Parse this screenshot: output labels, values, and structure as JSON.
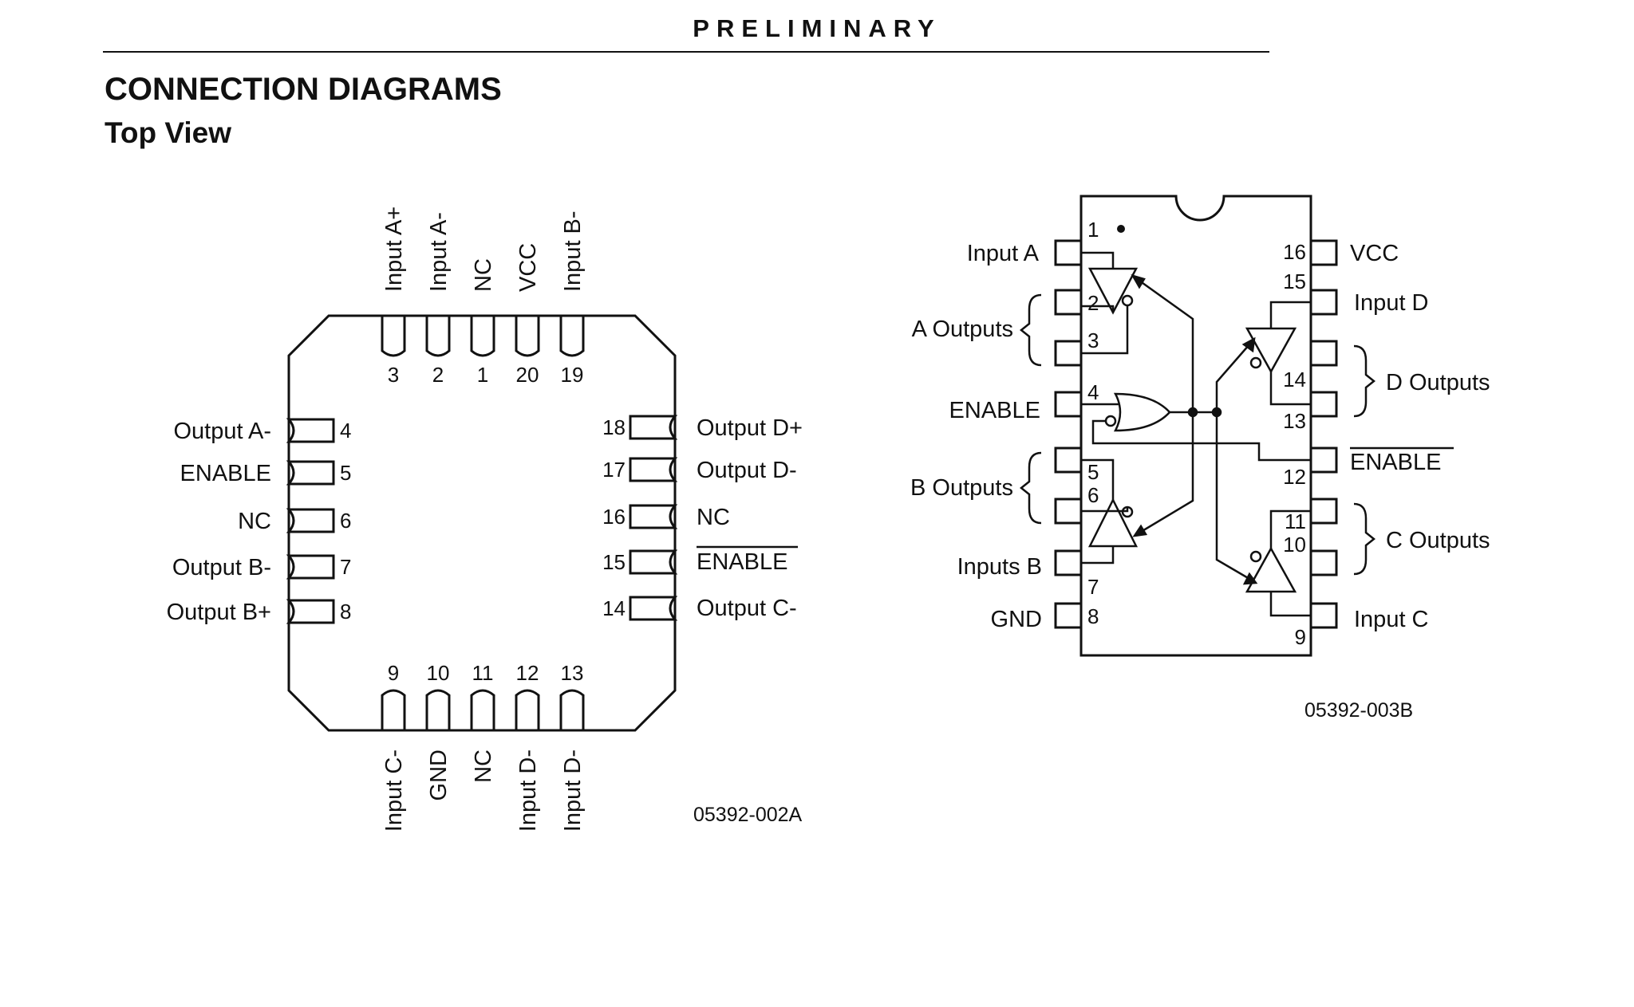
{
  "page": {
    "header": "PRELIMINARY",
    "title": "CONNECTION DIAGRAMS",
    "subtitle": "Top View"
  },
  "plcc": {
    "code": "05392-002A",
    "top": [
      {
        "num": "3",
        "label": "Input A+"
      },
      {
        "num": "2",
        "label": "Input A-"
      },
      {
        "num": "1",
        "label": "NC"
      },
      {
        "num": "20",
        "label": "VCC"
      },
      {
        "num": "19",
        "label": "Input B-"
      }
    ],
    "left": [
      {
        "num": "4",
        "label": "Output A-"
      },
      {
        "num": "5",
        "label": "ENABLE"
      },
      {
        "num": "6",
        "label": "NC"
      },
      {
        "num": "7",
        "label": "Output B-"
      },
      {
        "num": "8",
        "label": "Output B+"
      }
    ],
    "right": [
      {
        "num": "18",
        "label": "Output D+"
      },
      {
        "num": "17",
        "label": "Output D-"
      },
      {
        "num": "16",
        "label": "NC"
      },
      {
        "num": "15",
        "label": "ENABLE"
      },
      {
        "num": "14",
        "label": "Output C-"
      }
    ],
    "bottom": [
      {
        "num": "9",
        "label": "Input C-"
      },
      {
        "num": "10",
        "label": "GND"
      },
      {
        "num": "11",
        "label": "NC"
      },
      {
        "num": "12",
        "label": "Input D-"
      },
      {
        "num": "13",
        "label": "Input D-"
      }
    ]
  },
  "dip": {
    "code": "05392-003B",
    "left_pins": [
      "1",
      "2",
      "3",
      "4",
      "5",
      "6",
      "7",
      "8"
    ],
    "right_pins": [
      "16",
      "15",
      "14",
      "13",
      "12",
      "11",
      "10",
      "9"
    ],
    "labels": {
      "input_a": "Input A",
      "a_outputs": "A Outputs",
      "enable": "ENABLE",
      "b_outputs": "B Outputs",
      "inputs_b": "Inputs B",
      "gnd": "GND",
      "vcc": "VCC",
      "input_d": "Input D",
      "d_outputs": "D Outputs",
      "enable_bar": "ENABLE",
      "c_outputs": "C Outputs",
      "input_c": "Input C"
    }
  }
}
